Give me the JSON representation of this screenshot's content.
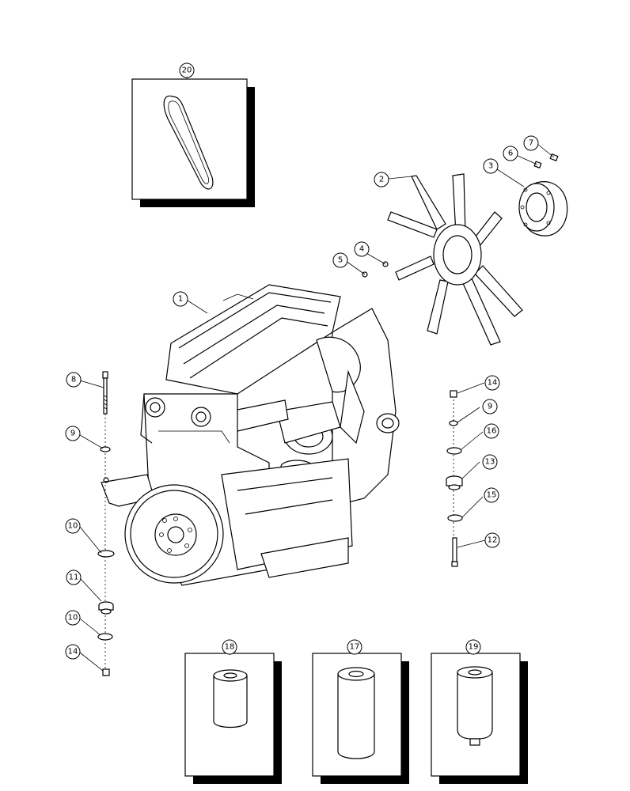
{
  "callouts": [
    {
      "id": "c20",
      "label": "20"
    },
    {
      "id": "c1",
      "label": "1"
    },
    {
      "id": "c2",
      "label": "2"
    },
    {
      "id": "c3",
      "label": "3"
    },
    {
      "id": "c4",
      "label": "4"
    },
    {
      "id": "c5",
      "label": "5"
    },
    {
      "id": "c6",
      "label": "6"
    },
    {
      "id": "c7",
      "label": "7"
    },
    {
      "id": "c8",
      "label": "8"
    },
    {
      "id": "c9a",
      "label": "9"
    },
    {
      "id": "c10a",
      "label": "10"
    },
    {
      "id": "c11",
      "label": "11"
    },
    {
      "id": "c10b",
      "label": "10"
    },
    {
      "id": "c14a",
      "label": "14"
    },
    {
      "id": "c14b",
      "label": "14"
    },
    {
      "id": "c9b",
      "label": "9"
    },
    {
      "id": "c16",
      "label": "16"
    },
    {
      "id": "c13",
      "label": "13"
    },
    {
      "id": "c15",
      "label": "15"
    },
    {
      "id": "c12",
      "label": "12"
    },
    {
      "id": "c18",
      "label": "18"
    },
    {
      "id": "c17",
      "label": "17"
    },
    {
      "id": "c19",
      "label": "19"
    }
  ]
}
